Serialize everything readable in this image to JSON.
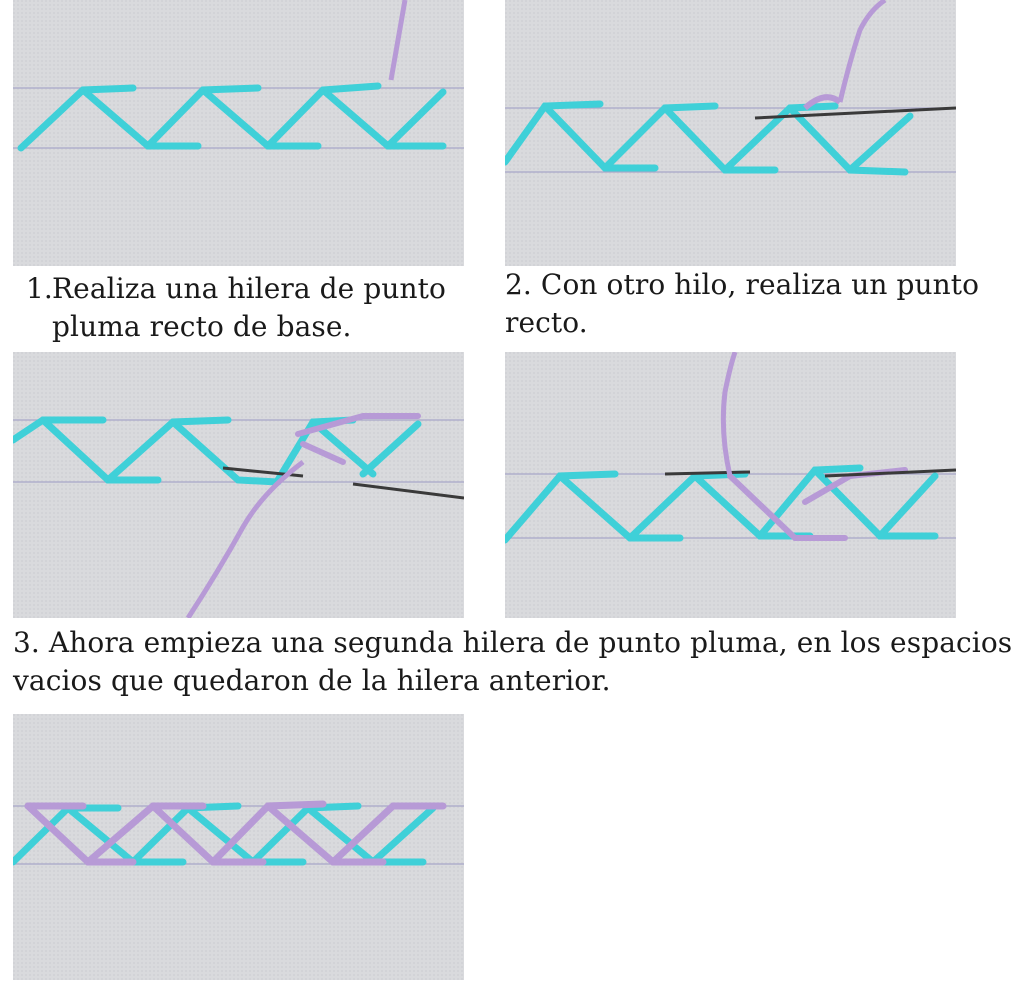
{
  "steps": {
    "step1": {
      "number": "1.",
      "text": "Realiza una hilera de punto pluma recto de base."
    },
    "step2": {
      "text": "2. Con otro hilo, realiza un punto recto."
    },
    "step3": {
      "text": "3. Ahora empieza una segunda hilera de punto pluma, en los espacios vacios que quedaron de la hilera anterior."
    }
  },
  "colors": {
    "fabric": "#d9dadd",
    "thread_cyan": "#3fd0d8",
    "thread_lilac": "#b79ad6",
    "needle": "#3a3a3a",
    "guide_line": "#a9a6c9"
  }
}
